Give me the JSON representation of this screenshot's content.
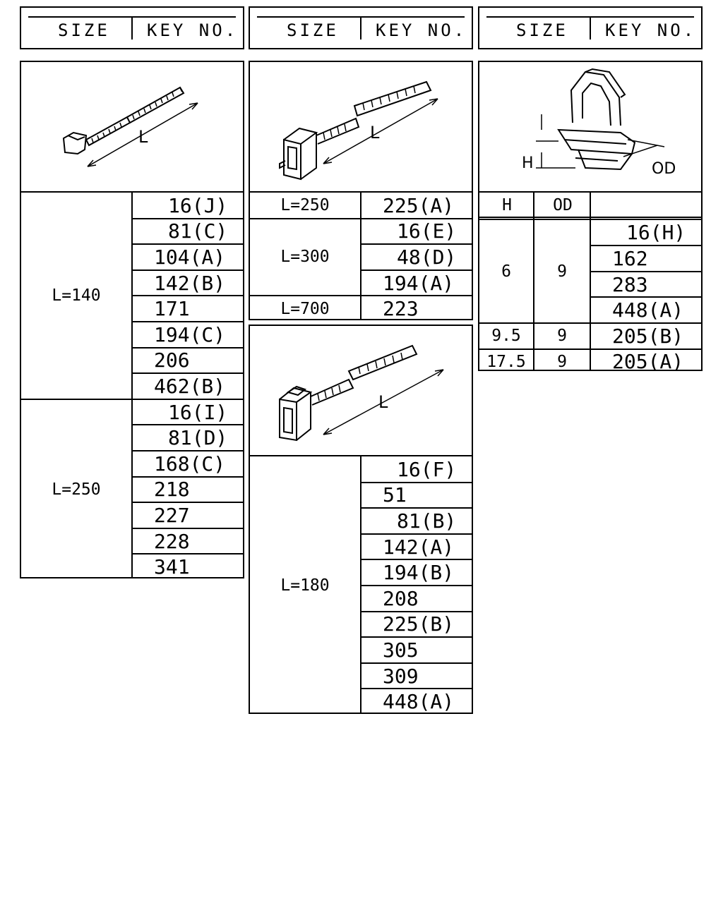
{
  "headers": [
    {
      "size": "SIZE",
      "key": "KEY NO."
    },
    {
      "size": "SIZE",
      "key": "KEY NO."
    },
    {
      "size": "SIZE",
      "key": "KEY NO."
    }
  ],
  "fig_labels": {
    "L": "L",
    "H": "H",
    "OD": "OD"
  },
  "table1": {
    "groups": [
      {
        "size": "L=140",
        "keys": [
          "16(J)",
          "81(C)",
          "104(A)",
          "142(B)",
          "171",
          "194(C)",
          "206",
          "462(B)"
        ]
      },
      {
        "size": "L=250",
        "keys": [
          "16(I)",
          "81(D)",
          "168(C)",
          "218",
          "227",
          "228",
          "341"
        ]
      }
    ]
  },
  "table2": {
    "groups": [
      {
        "size": "L=250",
        "keys": [
          "225(A)"
        ]
      },
      {
        "size": "L=300",
        "keys": [
          "16(E)",
          "48(D)",
          "194(A)"
        ]
      },
      {
        "size": "L=700",
        "keys": [
          "223"
        ]
      }
    ]
  },
  "table2b": {
    "groups": [
      {
        "size": "L=180",
        "keys": [
          "16(F)",
          "51",
          "81(B)",
          "142(A)",
          "194(B)",
          "208",
          "225(B)",
          "305",
          "309",
          "448(A)"
        ]
      }
    ]
  },
  "table3": {
    "col_h": "H",
    "col_od": "OD",
    "groups": [
      {
        "h": "6",
        "od": "9",
        "keys": [
          "16(H)",
          "162",
          "283",
          "448(A)"
        ]
      },
      {
        "h": "9.5",
        "od": "9",
        "keys": [
          "205(B)"
        ]
      },
      {
        "h": "17.5",
        "od": "9",
        "keys": [
          "205(A)"
        ]
      }
    ]
  }
}
